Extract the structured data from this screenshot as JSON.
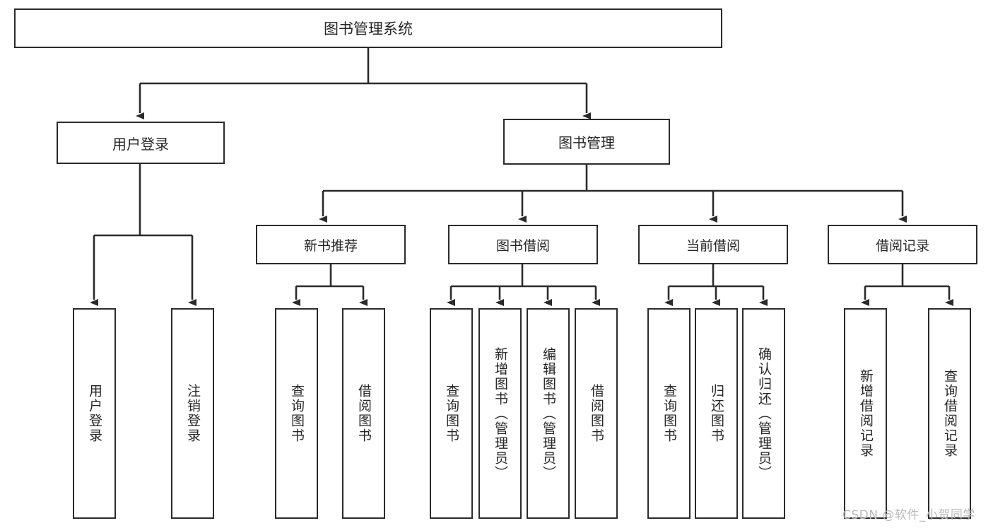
{
  "diagram": {
    "title": "图书管理系统",
    "watermark": "CSDN @软件_小贺同学",
    "colors": {
      "box_border": "#2b2b2b",
      "edge": "#2b2b2b",
      "text": "#262626",
      "background": "#ffffff",
      "watermark": "#b9b9b9"
    },
    "root": {
      "label": "图书管理系统"
    },
    "level1": [
      {
        "label": "用户登录"
      },
      {
        "label": "图书管理"
      }
    ],
    "level2": [
      {
        "label": "新书推荐"
      },
      {
        "label": "图书借阅"
      },
      {
        "label": "当前借阅"
      },
      {
        "label": "借阅记录"
      }
    ],
    "leaves": [
      {
        "label": "用户登录",
        "parent": "用户登录"
      },
      {
        "label": "注销登录",
        "parent": "用户登录"
      },
      {
        "label": "查询图书",
        "parent": "新书推荐"
      },
      {
        "label": "借阅图书",
        "parent": "新书推荐"
      },
      {
        "label": "查询图书",
        "parent": "图书借阅"
      },
      {
        "label": "新增图书（管理员）",
        "parent": "图书借阅"
      },
      {
        "label": "编辑图书（管理员）",
        "parent": "图书借阅"
      },
      {
        "label": "借阅图书",
        "parent": "图书借阅"
      },
      {
        "label": "查询图书",
        "parent": "当前借阅"
      },
      {
        "label": "归还图书",
        "parent": "当前借阅"
      },
      {
        "label": "确认归还（管理员）",
        "parent": "当前借阅"
      },
      {
        "label": "新增借阅记录",
        "parent": "借阅记录"
      },
      {
        "label": "查询借阅记录",
        "parent": "借阅记录"
      }
    ]
  }
}
